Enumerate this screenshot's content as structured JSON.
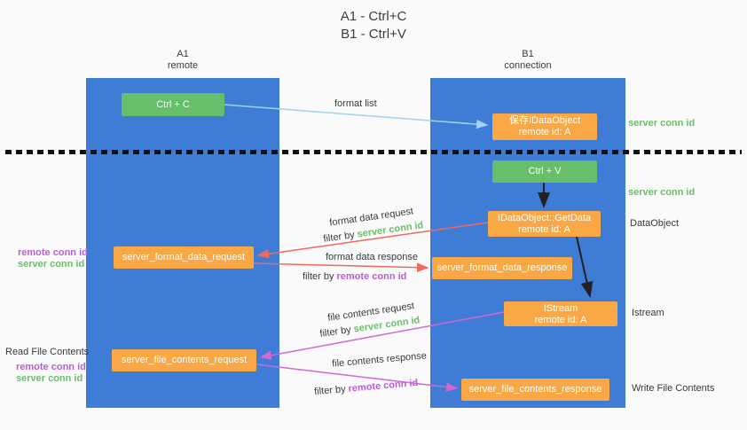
{
  "title": {
    "line1": "A1 - Ctrl+C",
    "line2": "B1 - Ctrl+V"
  },
  "lanes": {
    "left": {
      "title": "A1",
      "subtitle": "remote"
    },
    "right": {
      "title": "B1",
      "subtitle": "connection"
    }
  },
  "boxes": {
    "ctrl_c": "Ctrl + C",
    "ctrl_v": "Ctrl + V",
    "save_dataobject": {
      "line1": "保存IDataObject",
      "line2": "remote id: A"
    },
    "getdata": {
      "line1": "IDataObject::GetData",
      "line2": "remote id: A"
    },
    "istream": {
      "line1": "IStream",
      "line2": "remote id: A"
    },
    "format_request": "server_format_data_request",
    "format_response": "server_format_data_response",
    "file_request": "server_file_contents_request",
    "file_response": "server_file_contents_response"
  },
  "arrow_labels": {
    "format_list": "format list",
    "format_data_request": "format data request",
    "format_data_response": "format data response",
    "file_contents_request": "file contents request",
    "file_contents_response": "file contents response",
    "filter_by": "filter by",
    "server_conn_id": "server conn id",
    "remote_conn_id": "remote conn id"
  },
  "side_labels": {
    "server_conn_id_top": "server conn id",
    "server_conn_id_mid": "server conn id",
    "dataobject": "DataObject",
    "istream": "Istream",
    "read_file_contents": "Read File Contents",
    "write_file_contents": "Write File Contents",
    "remote_conn_id": "remote conn id",
    "server_conn_id": "server conn id"
  },
  "colors": {
    "lane_blue": "#3e7cd6",
    "box_green": "#67bf6b",
    "box_orange": "#f9a845",
    "arrow_blue": "#9fd3ee",
    "arrow_red": "#f1685c",
    "arrow_magenta": "#cf6ad4",
    "arrow_black": "#222222",
    "text_green": "#6abf69",
    "text_purple": "#b95fd6",
    "divider_black": "#111111",
    "background": "#fafafa"
  }
}
